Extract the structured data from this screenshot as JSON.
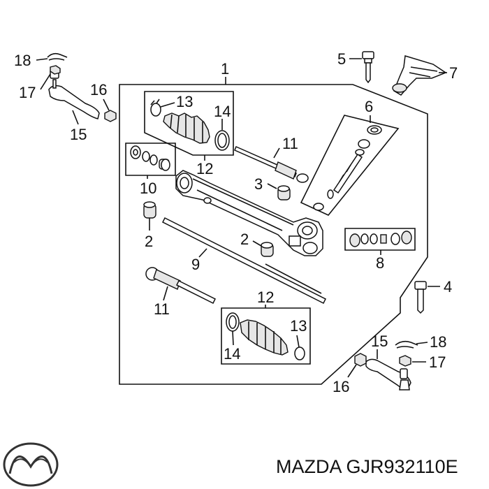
{
  "caption": "MAZDA GJR932110E",
  "brand_logo_icon": "mazda-logo-icon",
  "callouts": {
    "c1": "1",
    "c2a": "2",
    "c2b": "2",
    "c3": "3",
    "c4": "4",
    "c5": "5",
    "c6": "6",
    "c7": "7",
    "c8": "8",
    "c9": "9",
    "c10": "10",
    "c11a": "11",
    "c11b": "11",
    "c12a": "12",
    "c12b": "12",
    "c13a": "13",
    "c13b": "13",
    "c14a": "14",
    "c14b": "14",
    "c15a": "15",
    "c15b": "15",
    "c16a": "16",
    "c16b": "16",
    "c17a": "17",
    "c17b": "17",
    "c18a": "18",
    "c18b": "18"
  }
}
